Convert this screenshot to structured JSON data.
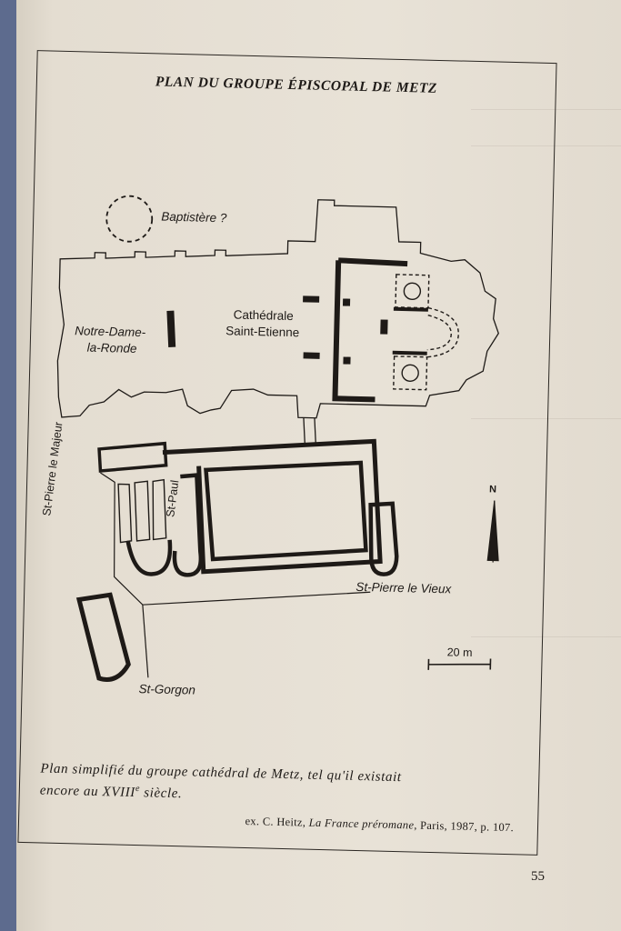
{
  "title": "PLAN DU GROUPE ÉPISCOPAL DE METZ",
  "labels": {
    "baptistere": "Baptistère ?",
    "notre_dame_1": "Notre-Dame-",
    "notre_dame_2": "la-Ronde",
    "cathedrale_1": "Cathédrale",
    "cathedrale_2": "Saint-Etienne",
    "st_pierre_majeur": "St-Pierre le Majeur",
    "st_paul": "St-Paul",
    "st_pierre_vieux": "St-Pierre le Vieux",
    "st_gorgon": "St-Gorgon",
    "north": "N",
    "scale": "20 m"
  },
  "caption": {
    "line1": "Plan simplifié du groupe cathédral de Metz, tel qu'il existait",
    "line2_start": "encore au XVIII",
    "line2_sup": "e",
    "line2_end": " siècle.",
    "source_prefix": "ex. C. Heitz, ",
    "source_title": "La France préromane",
    "source_suffix": ", Paris, 1987, p. 107."
  },
  "page_number": "55"
}
